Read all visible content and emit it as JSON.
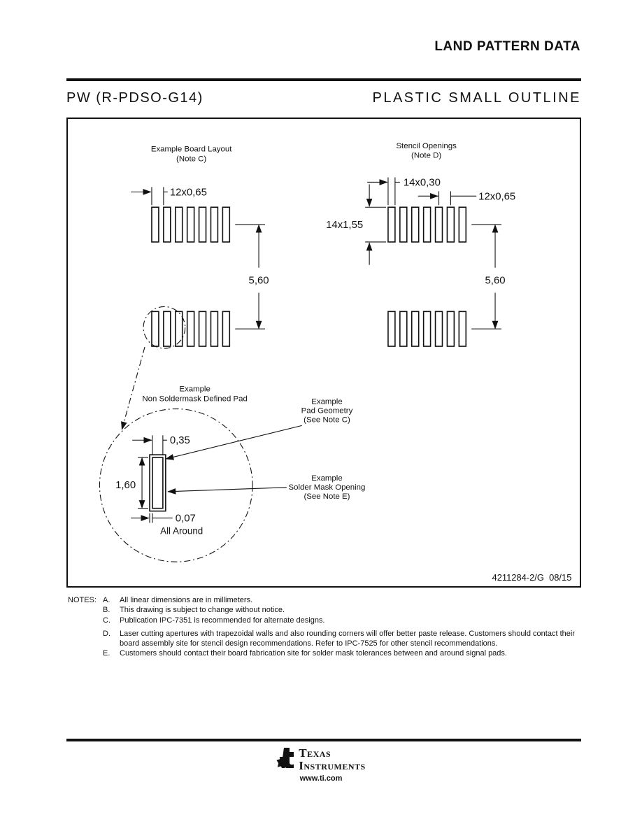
{
  "header": {
    "title": "LAND PATTERN DATA",
    "left": "PW (R-PDSO-G14)",
    "right": "PLASTIC SMALL OUTLINE"
  },
  "drawing": {
    "board_layout": {
      "title": "Example Board Layout",
      "subtitle": "(Note C)"
    },
    "stencil": {
      "title": "Stencil Openings",
      "subtitle": "(Note D)"
    },
    "dims": {
      "pitch_left": "12x0,65",
      "row_gap_left": "5,60",
      "stencil_width": "14x0,30",
      "pitch_right": "12x0,65",
      "stencil_height": "14x1,55",
      "row_gap_right": "5,60",
      "pad_width": "0,35",
      "pad_height": "1,60",
      "mask_clearance": "0,07",
      "all_around": "All Around"
    },
    "detail": {
      "title": "Example",
      "subtitle": "Non Soldermask Defined Pad"
    },
    "pad_geometry_label": {
      "l1": "Example",
      "l2": "Pad Geometry",
      "l3": "(See Note C)"
    },
    "solder_mask_label": {
      "l1": "Example",
      "l2": "Solder Mask Opening",
      "l3": "(See Note E)"
    },
    "doc_number": "4211284-2/G  08/15"
  },
  "notes": {
    "label": "NOTES:",
    "items": [
      {
        "letter": "A.",
        "text": "All linear dimensions are in millimeters."
      },
      {
        "letter": "B.",
        "text": "This drawing is subject to change without notice."
      },
      {
        "letter": "C.",
        "text": "Publication IPC-7351 is recommended for alternate designs."
      },
      {
        "letter": "D.",
        "text": "Laser cutting apertures with trapezoidal walls and also rounding corners will offer better paste release.  Customers should contact their board assembly site for stencil design recommendations. Refer to IPC-7525 for other stencil recommendations."
      },
      {
        "letter": "E.",
        "text": "Customers should contact their board fabrication site for solder mask tolerances between and around signal pads."
      }
    ]
  },
  "footer": {
    "brand_top": "Texas",
    "brand_bottom": "Instruments",
    "url": "www.ti.com"
  }
}
